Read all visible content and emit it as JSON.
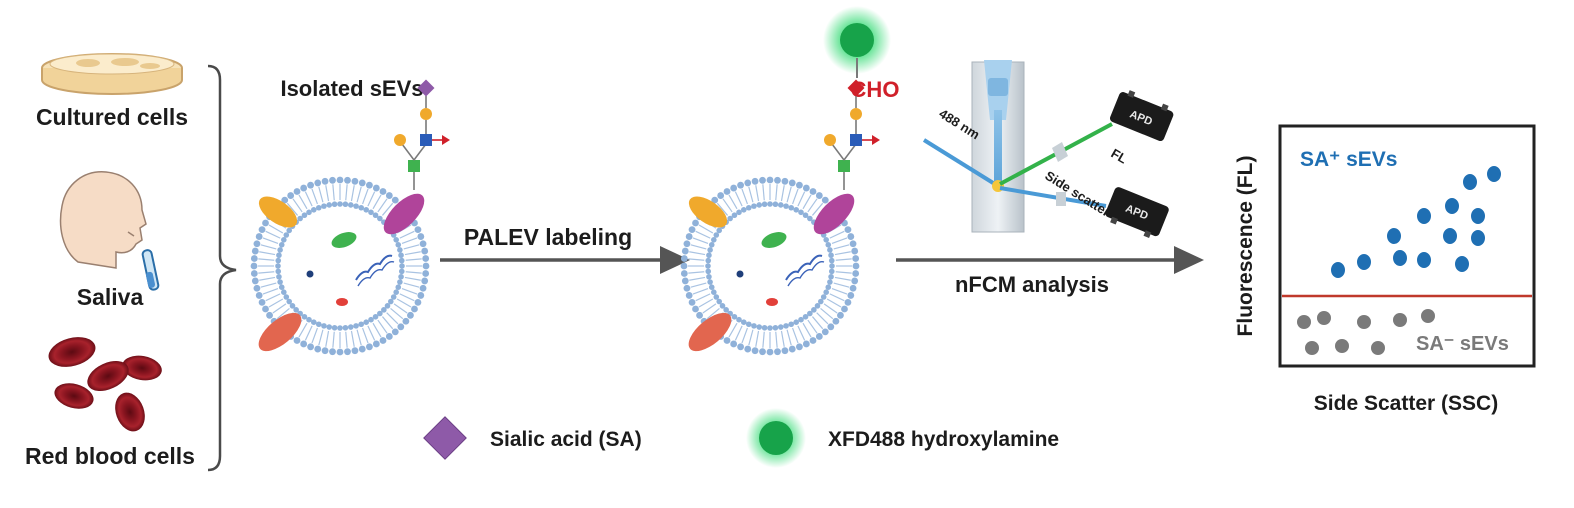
{
  "sources": {
    "cultured_cells": "Cultured cells",
    "saliva": "Saliva",
    "red_blood_cells": "Red blood cells"
  },
  "isolated_label": "Isolated sEVs",
  "step1_label": "PALEV labeling",
  "cho_label": "CHO",
  "step2_label": "nFCM analysis",
  "instrument": {
    "laser_label": "488 nm",
    "fl_label": "FL",
    "ssc_label": "Side scatter",
    "apd_label": "APD"
  },
  "plot": {
    "ylabel": "Fluorescence (FL)",
    "xlabel": "Side Scatter (SSC)",
    "pos_label": "SA⁺ sEVs",
    "neg_label": "SA⁻ sEVs"
  },
  "legend": {
    "sa_label": "Sialic acid (SA)",
    "dye_label": "XFD488 hydroxylamine"
  },
  "colors": {
    "positive": "#1f6fb3",
    "negative": "#7a7a7a",
    "threshold": "#c0392b",
    "sialic_acid": "#8e5aa8",
    "dye": "#1e9e5a",
    "cho": "#d0202a",
    "membrane": "#8fb1d9"
  }
}
